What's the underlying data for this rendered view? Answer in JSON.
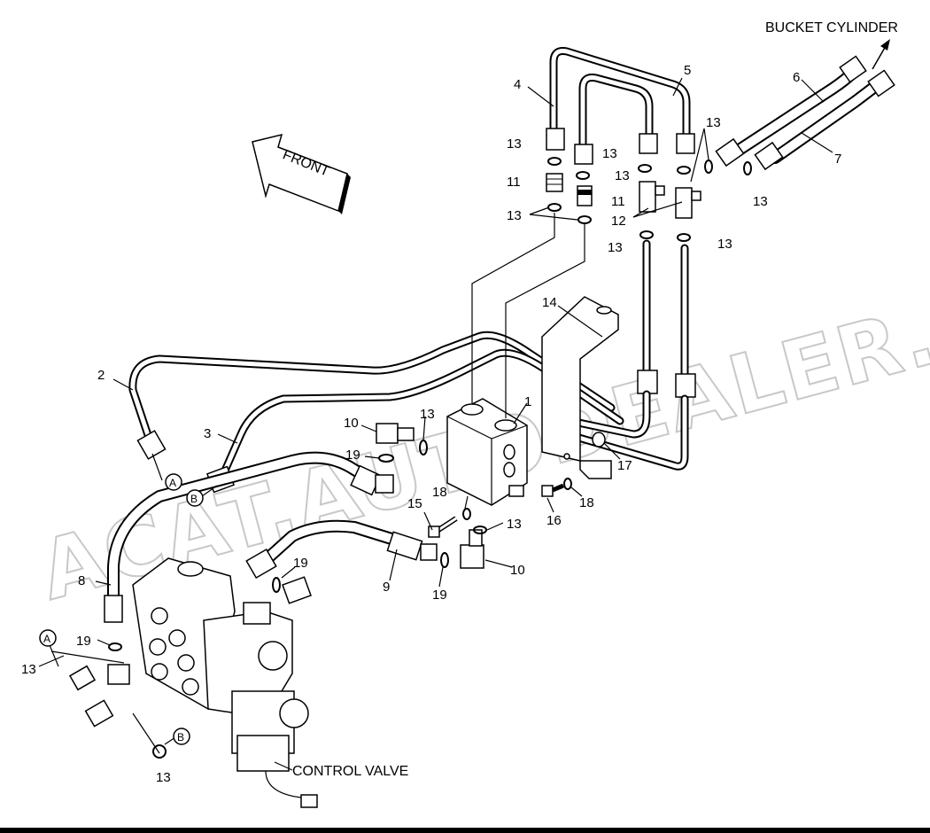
{
  "diagram": {
    "callouts": {
      "c1": "1",
      "c2": "2",
      "c3": "3",
      "c4": "4",
      "c5": "5",
      "c6": "6",
      "c7": "7",
      "c8": "8",
      "c9": "9",
      "c10a": "10",
      "c10b": "10",
      "c11a": "11",
      "c11b": "11",
      "c12": "12",
      "c13a": "13",
      "c13b": "13",
      "c13c": "13",
      "c13d": "13",
      "c13e": "13",
      "c13f": "13",
      "c13g": "13",
      "c13h": "13",
      "c13i": "13",
      "c13j": "13",
      "c13k": "13",
      "c13l": "13",
      "c14": "14",
      "c15": "15",
      "c16": "16",
      "c17": "17",
      "c18a": "18",
      "c18b": "18",
      "c19a": "19",
      "c19b": "19",
      "c19c": "19",
      "c19d": "19"
    },
    "markers": {
      "a1": "A",
      "a2": "A",
      "b1": "B",
      "b2": "B"
    },
    "labels": {
      "bucket_cylinder": "BUCKET CYLINDER",
      "front": "FRONT",
      "control_valve": "CONTROL VALVE"
    },
    "watermark": "ACAT.AUTODEALER.RU"
  }
}
